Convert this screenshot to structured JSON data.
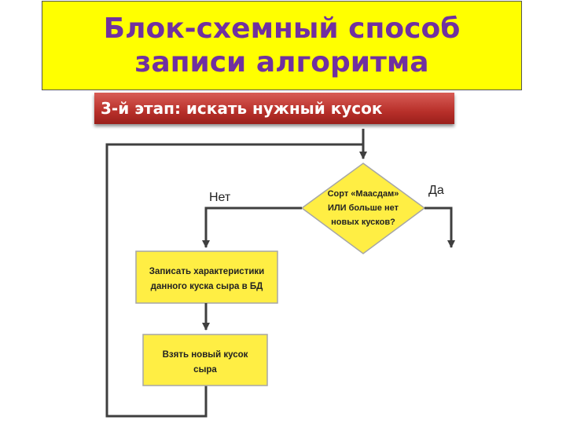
{
  "slide": {
    "title": "Блок-схемный способ\nзаписи алгоритма",
    "stage": "3-й этап: искать нужный кусок"
  },
  "flowchart": {
    "decision": {
      "lines": [
        "Сорт «Маасдам»",
        "ИЛИ больше нет",
        "новых кусков?"
      ],
      "yes_label": "Да",
      "no_label": "Нет"
    },
    "process1": {
      "lines": [
        "Записать характеристики",
        "данного куска сыра в БД"
      ]
    },
    "process2": {
      "lines": [
        "Взять новый кусок",
        "сыра"
      ]
    }
  },
  "colors": {
    "title_bg": "#ffff00",
    "title_text": "#7030a0",
    "stage_bg": "#b8302a",
    "shape_fill": "#ffee44",
    "shape_stroke": "#a6a6a6",
    "line": "#3f3f3f"
  }
}
